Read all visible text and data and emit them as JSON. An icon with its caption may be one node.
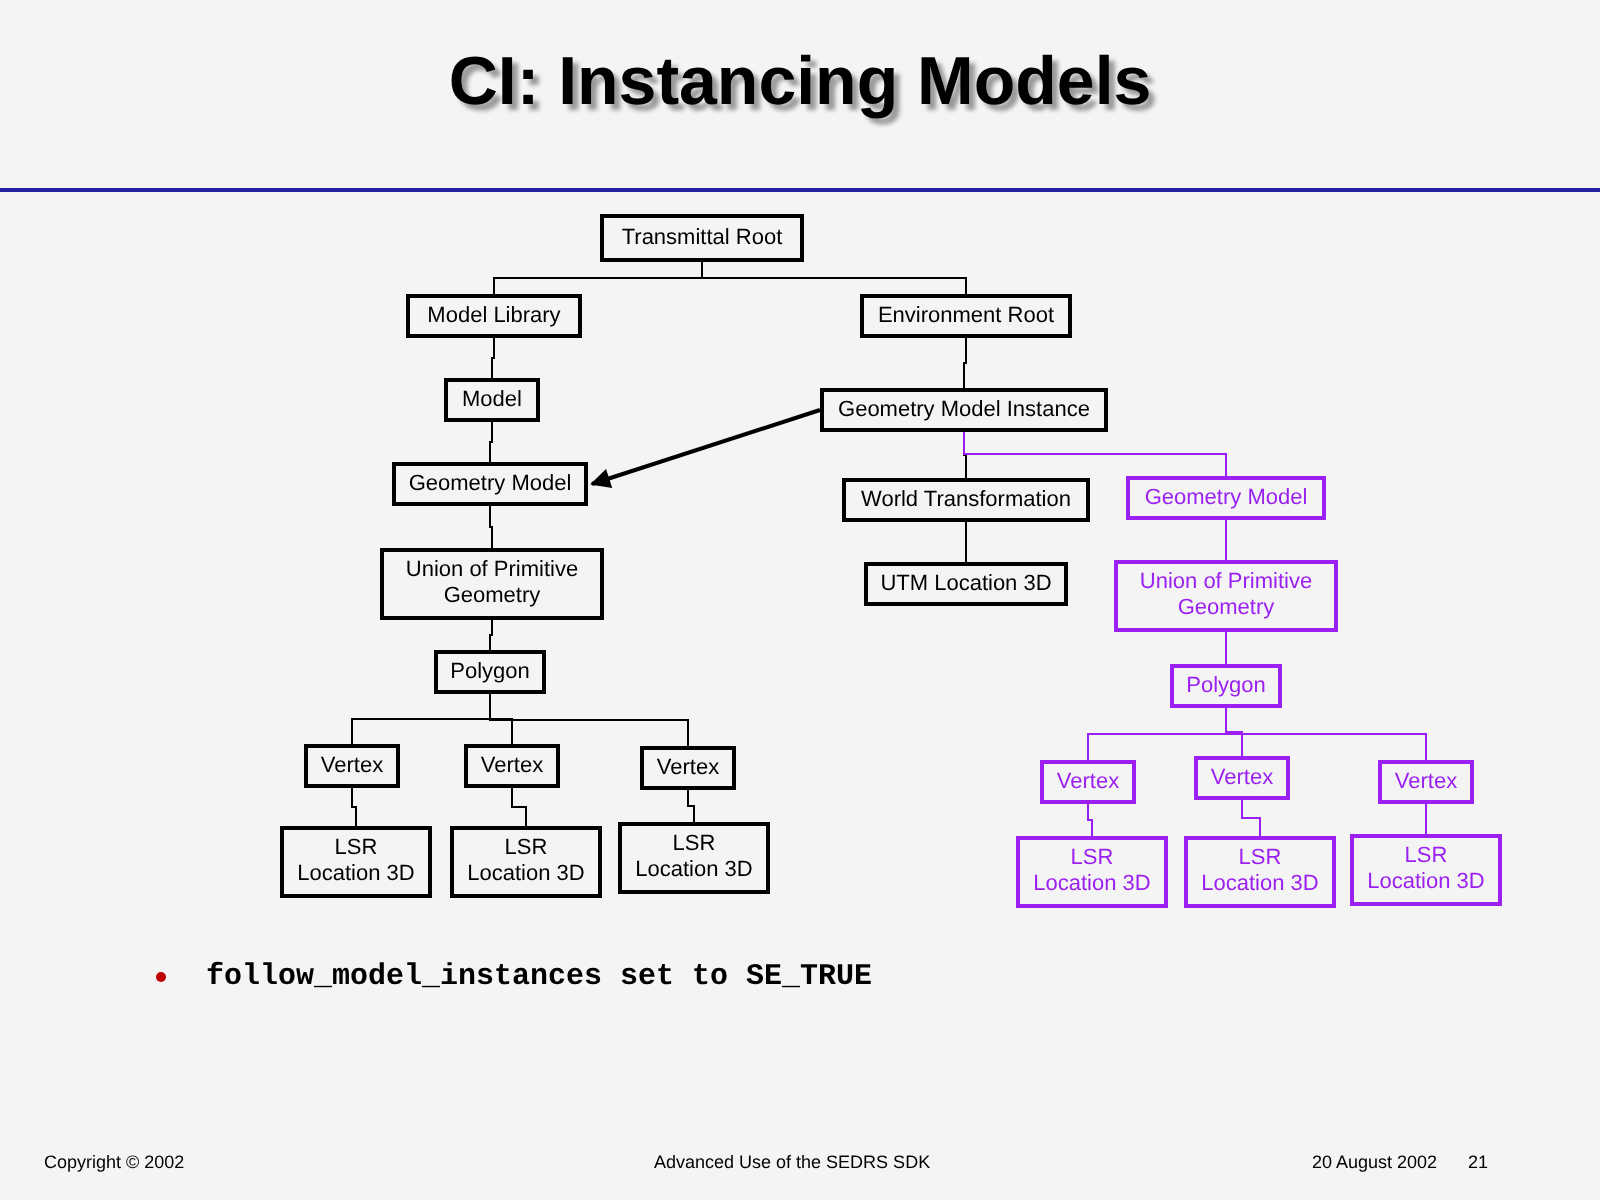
{
  "diagram": {
    "title": "CI: Instancing Models",
    "nodes": [
      {
        "text": [
          "Transmittal Root"
        ]
      },
      {
        "text": [
          "Model Library"
        ]
      },
      {
        "text": [
          "Environment Root"
        ]
      },
      {
        "text": [
          "Model"
        ]
      },
      {
        "text": [
          "Geometry Model Instance"
        ]
      },
      {
        "text": [
          "Geometry Model"
        ]
      },
      {
        "text": [
          "World Transformation"
        ]
      },
      {
        "text": [
          "Geometry Model"
        ]
      },
      {
        "text": [
          "Union of Primitive Geometry"
        ]
      },
      {
        "text": [
          "UTM Location 3D"
        ]
      },
      {
        "text": [
          "Union of Primitive Geometry"
        ]
      },
      {
        "text": [
          "Polygon"
        ]
      },
      {
        "text": [
          "Polygon"
        ]
      },
      {
        "text": [
          "Vertex"
        ]
      },
      {
        "text": [
          "Vertex"
        ]
      },
      {
        "text": [
          "Vertex"
        ]
      },
      {
        "text": [
          "Vertex"
        ]
      },
      {
        "text": [
          "Vertex"
        ]
      },
      {
        "text": [
          "Vertex"
        ]
      },
      {
        "text": [
          "LSR Location 3D"
        ]
      },
      {
        "text": [
          "LSR Location 3D"
        ]
      },
      {
        "text": [
          "LSR Location 3D"
        ]
      },
      {
        "text": [
          "LSR Location 3D"
        ]
      },
      {
        "text": [
          "LSR Location 3D"
        ]
      },
      {
        "text": [
          "LSR Location 3D"
        ]
      }
    ],
    "edges": [
      {
        "from": 0,
        "to": 1,
        "arrow": "none"
      },
      {
        "from": 0,
        "to": 2,
        "arrow": "none"
      },
      {
        "from": 1,
        "to": 3,
        "arrow": "none"
      },
      {
        "from": 2,
        "to": 4,
        "arrow": "none"
      },
      {
        "from": 4,
        "to": 5,
        "arrow": "to"
      },
      {
        "from": 3,
        "to": 5,
        "arrow": "none"
      },
      {
        "from": 4,
        "to": 6,
        "arrow": "none"
      },
      {
        "from": 4,
        "to": 7,
        "arrow": "none",
        "color": "#9b1ff0"
      },
      {
        "from": 5,
        "to": 8,
        "arrow": "none"
      },
      {
        "from": 6,
        "to": 9,
        "arrow": "none"
      },
      {
        "from": 7,
        "to": 10,
        "arrow": "none",
        "color": "#9b1ff0"
      },
      {
        "from": 8,
        "to": 11,
        "arrow": "none"
      },
      {
        "from": 10,
        "to": 12,
        "arrow": "none",
        "color": "#9b1ff0"
      },
      {
        "from": 11,
        "to": 13,
        "arrow": "none"
      },
      {
        "from": 11,
        "to": 14,
        "arrow": "none"
      },
      {
        "from": 11,
        "to": 15,
        "arrow": "none"
      },
      {
        "from": 12,
        "to": 16,
        "arrow": "none",
        "color": "#9b1ff0"
      },
      {
        "from": 12,
        "to": 17,
        "arrow": "none",
        "color": "#9b1ff0"
      },
      {
        "from": 12,
        "to": 18,
        "arrow": "none",
        "color": "#9b1ff0"
      },
      {
        "from": 13,
        "to": 19,
        "arrow": "none"
      },
      {
        "from": 14,
        "to": 20,
        "arrow": "none"
      },
      {
        "from": 15,
        "to": 21,
        "arrow": "none"
      },
      {
        "from": 16,
        "to": 22,
        "arrow": "none",
        "color": "#9b1ff0"
      },
      {
        "from": 17,
        "to": 23,
        "arrow": "none",
        "color": "#9b1ff0"
      },
      {
        "from": 18,
        "to": 24,
        "arrow": "none",
        "color": "#9b1ff0"
      }
    ],
    "labels": [
      "follow_model_instances set to SE_TRUE",
      "Copyright © 2002",
      "Advanced Use of the SEDRS SDK",
      "20 August 2002",
      "21"
    ]
  }
}
